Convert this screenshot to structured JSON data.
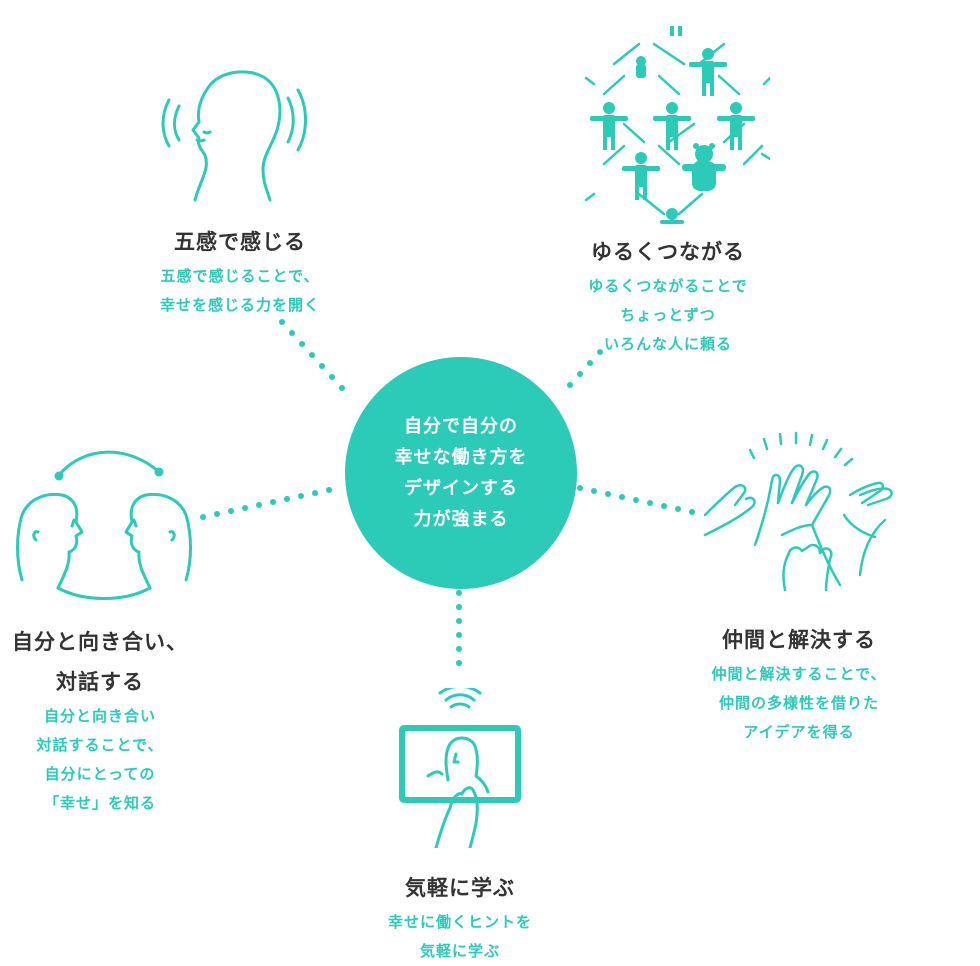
{
  "colors": {
    "accent": "#2ccbb8",
    "title": "#333333",
    "background": "#ffffff"
  },
  "center": {
    "text": "自分で自分の\n幸せな働き方を\nデザインする\n力が強まる"
  },
  "nodes": [
    {
      "id": "five-senses",
      "icon": "head-listening-icon",
      "title": "五感で感じる",
      "desc": "五感で感じることで、\n幸せを感じる力を開く"
    },
    {
      "id": "loose-connect",
      "icon": "people-network-icon",
      "title": "ゆるくつながる",
      "desc": "ゆるくつながることで\nちょっとずつ\nいろんな人に頼る"
    },
    {
      "id": "self-dialogue",
      "icon": "two-faces-dialogue-icon",
      "title": "自分と向き合い、\n対話する",
      "desc": "自分と向き合い\n対話することで、\n自分にとっての\n「幸せ」を知る"
    },
    {
      "id": "solve-together",
      "icon": "clapping-hands-icon",
      "title": "仲間と解決する",
      "desc": "仲間と解決することで、\n仲間の多様性を借りた\nアイデアを得る"
    },
    {
      "id": "learn-easily",
      "icon": "tablet-touch-icon",
      "title": "気軽に学ぶ",
      "desc": "幸せに働くヒントを\n気軽に学ぶ"
    }
  ]
}
